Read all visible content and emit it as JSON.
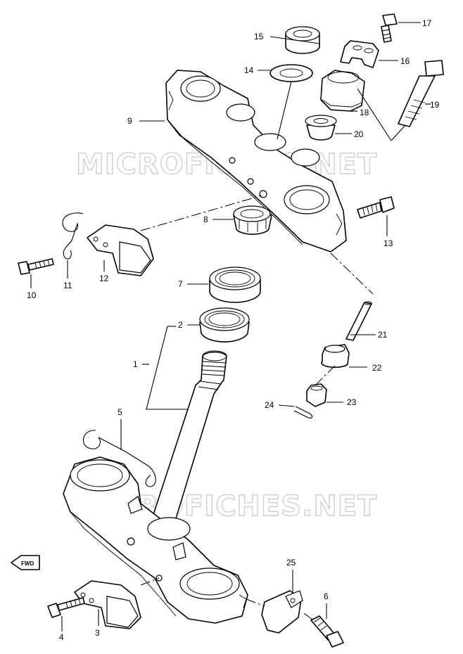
{
  "watermark": "MICROFICHES.NET",
  "fwd_label": "FWD",
  "callouts": [
    {
      "id": "1",
      "text": "1"
    },
    {
      "id": "2",
      "text": "2"
    },
    {
      "id": "3",
      "text": "3"
    },
    {
      "id": "4",
      "text": "4"
    },
    {
      "id": "5",
      "text": "5"
    },
    {
      "id": "6",
      "text": "6"
    },
    {
      "id": "7",
      "text": "7"
    },
    {
      "id": "8",
      "text": "8"
    },
    {
      "id": "9",
      "text": "9"
    },
    {
      "id": "10",
      "text": "10"
    },
    {
      "id": "11",
      "text": "11"
    },
    {
      "id": "12",
      "text": "12"
    },
    {
      "id": "13",
      "text": "13"
    },
    {
      "id": "14",
      "text": "14"
    },
    {
      "id": "15",
      "text": "15"
    },
    {
      "id": "16",
      "text": "16"
    },
    {
      "id": "17",
      "text": "17"
    },
    {
      "id": "18",
      "text": "18"
    },
    {
      "id": "19",
      "text": "19"
    },
    {
      "id": "20",
      "text": "20"
    },
    {
      "id": "21",
      "text": "21"
    },
    {
      "id": "22",
      "text": "22"
    },
    {
      "id": "23",
      "text": "23"
    },
    {
      "id": "24",
      "text": "24"
    },
    {
      "id": "25",
      "text": "25"
    }
  ]
}
